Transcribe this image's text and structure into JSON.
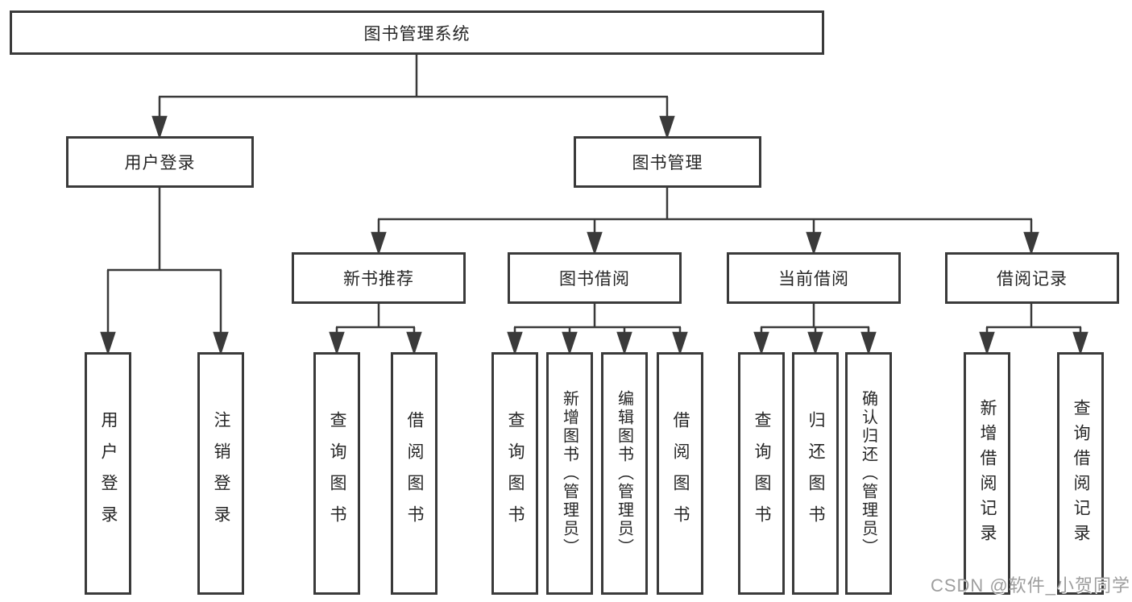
{
  "tree": {
    "root": {
      "label": "图书管理系统"
    },
    "branches": [
      {
        "label": "用户登录",
        "leaves": [
          {
            "label": "用户登录"
          },
          {
            "label": "注销登录"
          }
        ]
      },
      {
        "label": "图书管理",
        "groups": [
          {
            "label": "新书推荐",
            "leaves": [
              {
                "label": "查询图书"
              },
              {
                "label": "借阅图书"
              }
            ]
          },
          {
            "label": "图书借阅",
            "leaves": [
              {
                "label": "查询图书"
              },
              {
                "label": "新增图书（管理员）"
              },
              {
                "label": "编辑图书（管理员）"
              },
              {
                "label": "借阅图书"
              }
            ]
          },
          {
            "label": "当前借阅",
            "leaves": [
              {
                "label": "查询图书"
              },
              {
                "label": "归还图书"
              },
              {
                "label": "确认归还（管理员）"
              }
            ]
          },
          {
            "label": "借阅记录",
            "leaves": [
              {
                "label": "新增借阅记录"
              },
              {
                "label": "查询借阅记录"
              }
            ]
          }
        ]
      }
    ]
  },
  "watermark": "CSDN @软件_小贺同学",
  "colors": {
    "line": "#3a3a3a",
    "text": "#262626",
    "watermark": "#9e9e9e"
  }
}
